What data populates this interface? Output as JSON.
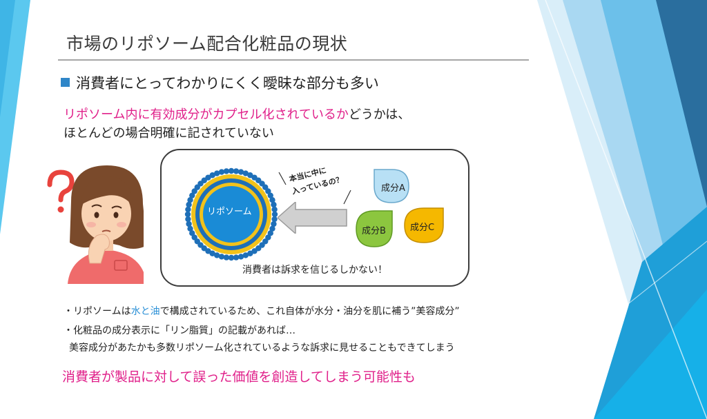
{
  "slide": {
    "title": "市場のリポソーム配合化粧品の現状",
    "headline": "消費者にとってわかりにくく曖昧な部分も多い",
    "lead": {
      "line1_highlight": "リポソーム内に有効成分がカプセル化されているか",
      "line1_rest": "どうかは、",
      "line2": "ほとんどの場合明確に記されていない"
    },
    "diagram": {
      "liposome_label": "リポソーム",
      "question_line1": "本当に中に",
      "question_line2": "入っているの？",
      "components": [
        "成分A",
        "成分B",
        "成分C"
      ],
      "caption": "消費者は訴求を信じるしかない！"
    },
    "notes": {
      "note1_a": "・リポソームは",
      "note1_water_oil": "水と油",
      "note1_b": "で構成されているため、これ自体が水分・油分を肌に補う”美容成分”",
      "note2": "・化粧品の成分表示に「リン脂質」の記載があれば…",
      "note3": "美容成分があたかも多数リポソーム化されているような訴求に見せることもできてしまう"
    },
    "conclusion": "消費者が製品に対して誤った価値を創造してしまう可能性も"
  },
  "colors": {
    "accent_pink": "#e0208a",
    "accent_blue": "#2a8fd6",
    "bullet_blue": "#2f86c8",
    "component_a": "#b8e0f5",
    "component_b": "#8cc63f",
    "component_c": "#f5b800"
  },
  "icons": {
    "bullet": "square-bullet-icon",
    "question_mark": "question-mark-icon",
    "arrow": "left-arrow-icon"
  }
}
